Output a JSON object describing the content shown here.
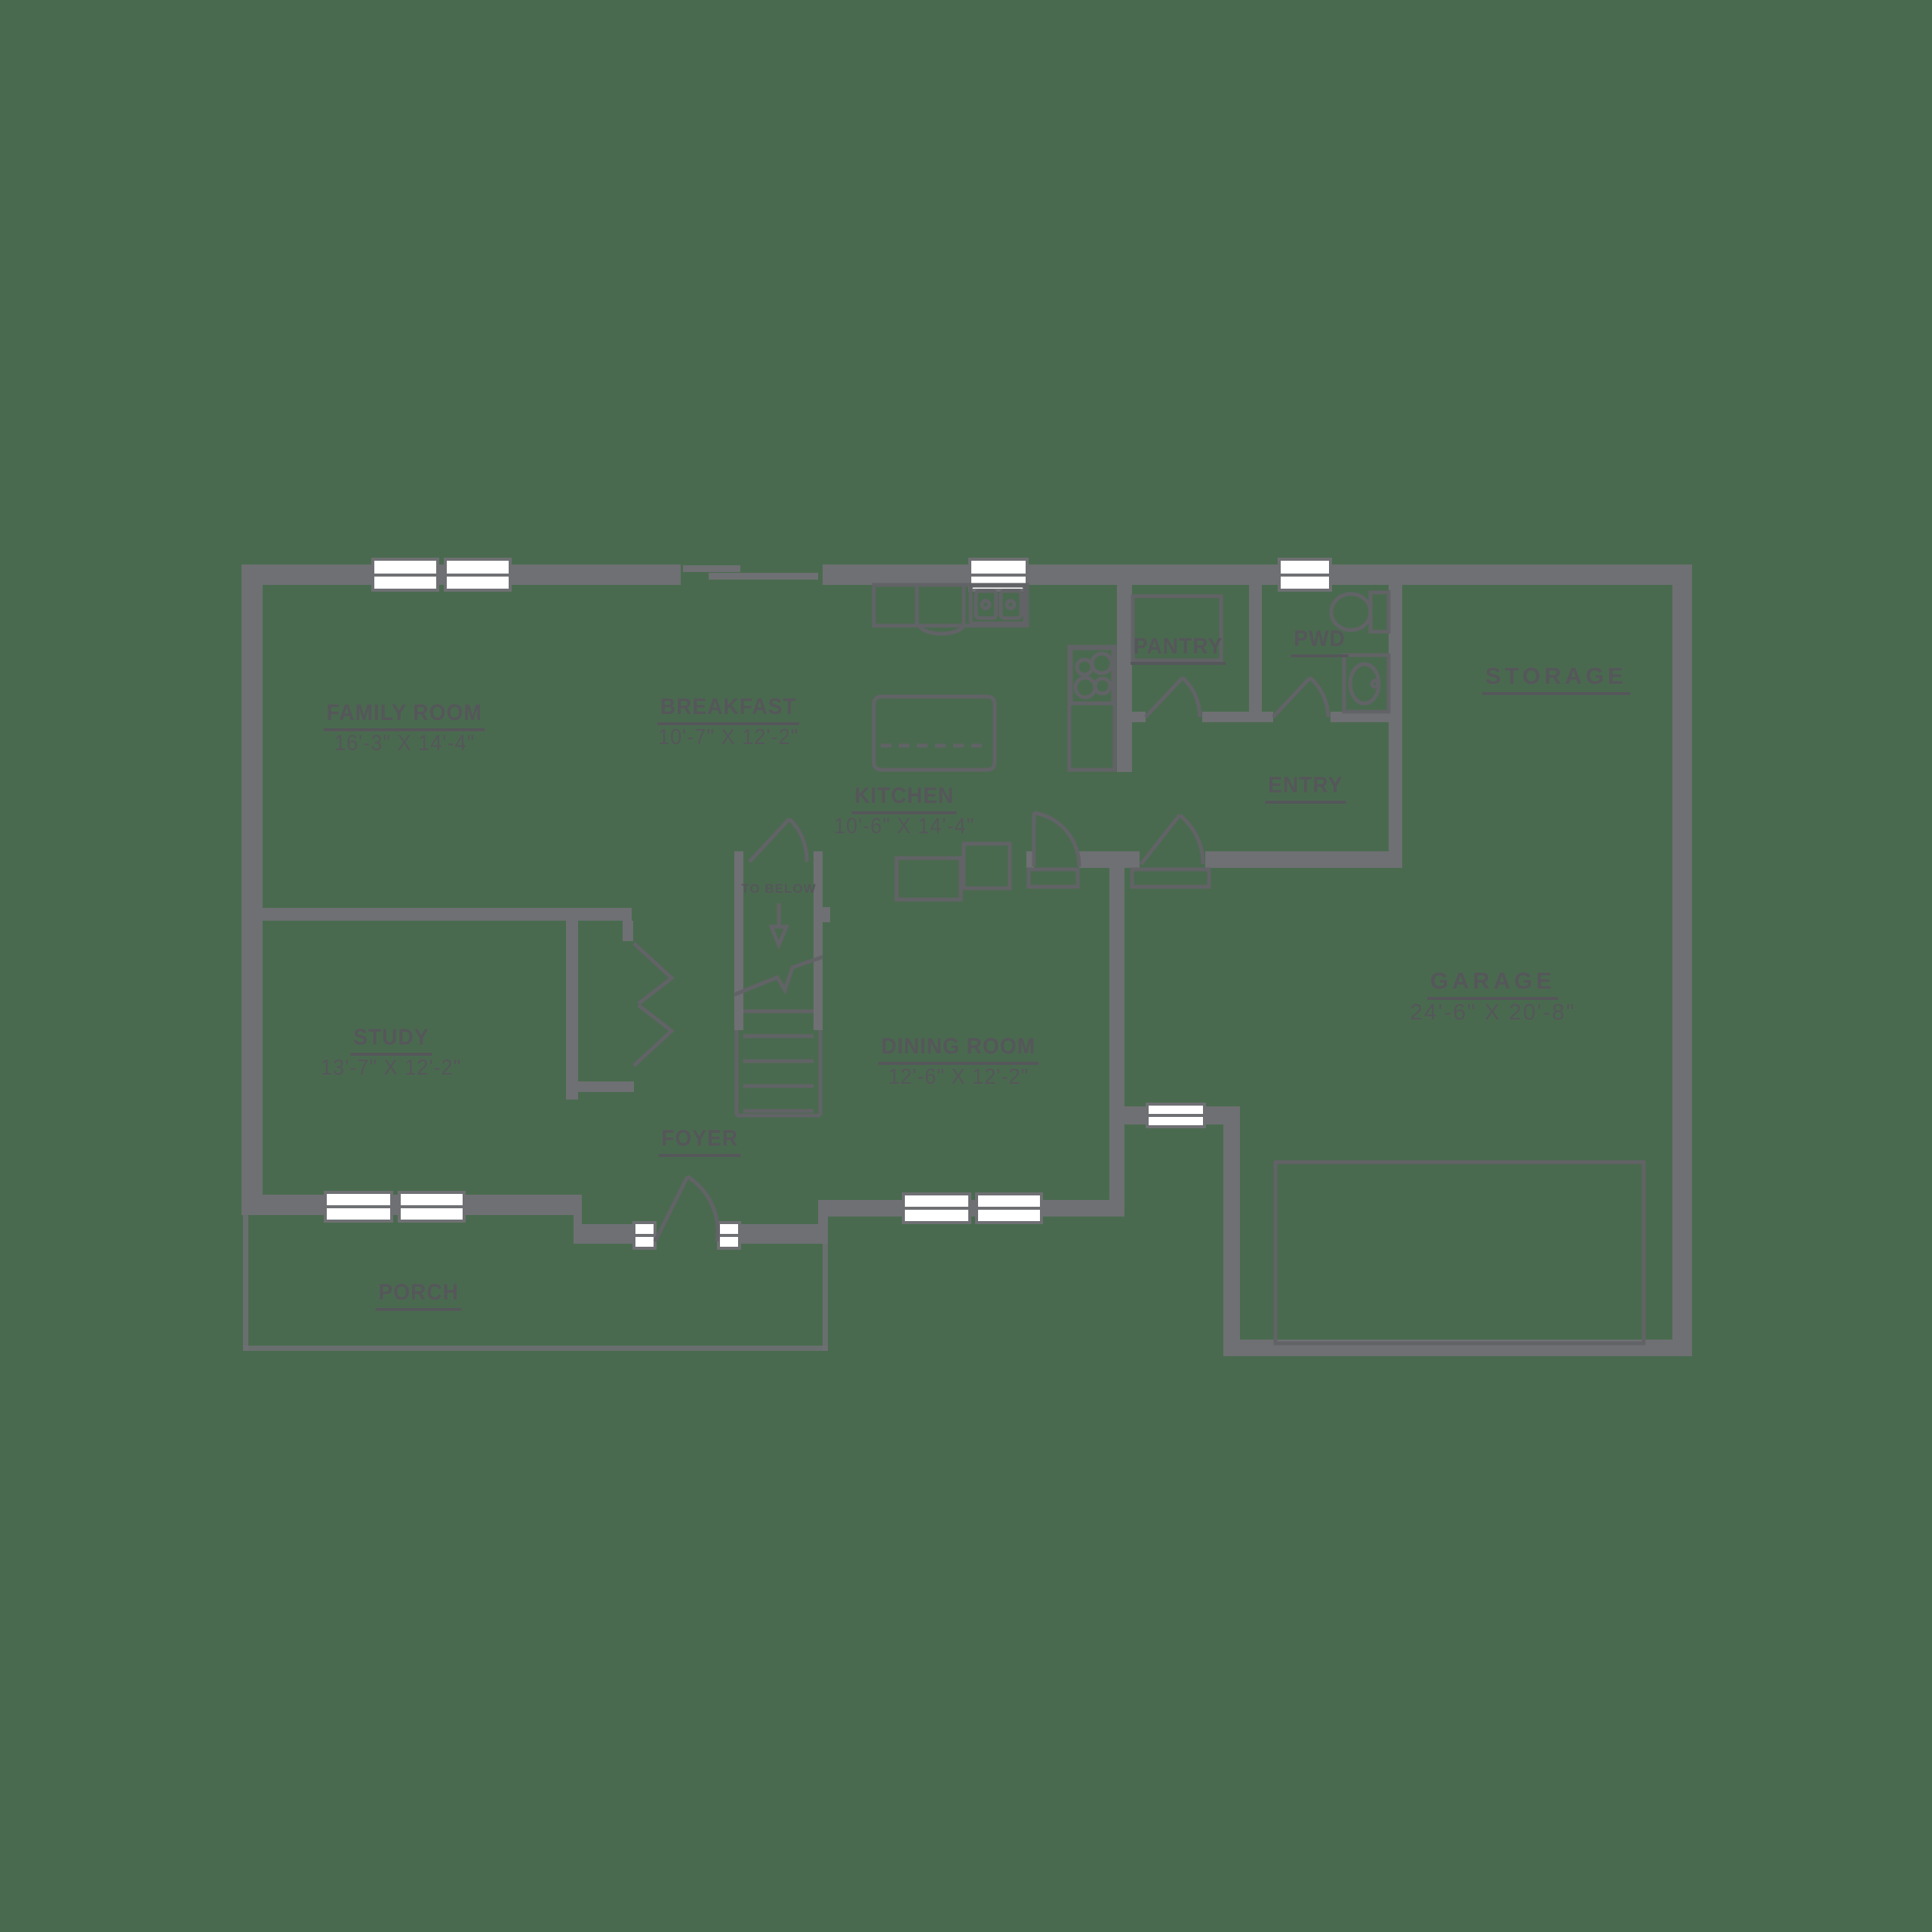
{
  "title": "first-floor-plan",
  "colors": {
    "background": "#4A6A4F",
    "wall": "#6E7073",
    "line": "#616366",
    "text": "#55575A",
    "window": "#FFFFFF"
  },
  "rooms": [
    {
      "name": "FAMILY ROOM",
      "dims": "16'-3\" X 14'-4\""
    },
    {
      "name": "BREAKFAST",
      "dims": "10'-7\" X 12'-2\""
    },
    {
      "name": "KITCHEN",
      "dims": "10'-6\" X 14'-4\""
    },
    {
      "name": "DINING ROOM",
      "dims": "12'-6\" X 12'-2\""
    },
    {
      "name": "STUDY",
      "dims": "13'-7\" X 12'-2\""
    },
    {
      "name": "FOYER",
      "dims": ""
    },
    {
      "name": "PORCH",
      "dims": ""
    },
    {
      "name": "PANTRY",
      "dims": ""
    },
    {
      "name": "PWD",
      "dims": ""
    },
    {
      "name": "ENTRY",
      "dims": ""
    },
    {
      "name": "STORAGE",
      "dims": ""
    },
    {
      "name": "GARAGE",
      "dims": "24'-6\" X 20'-8\""
    }
  ],
  "stairs": {
    "note": "TO BELOW"
  },
  "icon_names": [
    "kitchen-sink-icon",
    "cooktop-icon",
    "kitchen-island-icon",
    "toilet-icon",
    "vanity-sink-icon",
    "pantry-shelves-icon",
    "door-swing-icon",
    "bifold-door-icon",
    "sliding-door-icon",
    "window-icon",
    "garage-door-icon",
    "stairs-icon",
    "down-arrow-icon"
  ]
}
